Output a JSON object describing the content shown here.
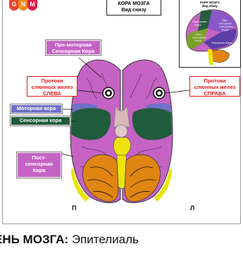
{
  "logo": [
    "G",
    "N",
    "M"
  ],
  "title": {
    "line1": "КОРА МОЗГА",
    "line2": "Вид снизу"
  },
  "inset": {
    "title_line1": "КОРА МОЗГА",
    "title_line2": "Вид сбоку",
    "labels": {
      "sensory": "Сенсорная кора",
      "premotor": "Пре-моторная Сенсорная Кора",
      "post": "Пост-сенсорная Кора",
      "sub": "Височная Кора"
    }
  },
  "labels": {
    "premotor": {
      "line1": "Пре-моторная",
      "line2": "Сенсорная Кора"
    },
    "left_ducts": {
      "line1": "Протоки",
      "line2": "слюнных желез",
      "line3": "СЛЕВА"
    },
    "right_ducts": {
      "line1": "Протоки",
      "line2": "слюнных желез",
      "line3": "СПРАВА"
    },
    "motor": "Моторная кора",
    "sensory": "Сенсорная кора",
    "post": {
      "line1": "Пост-",
      "line2": "сенсорная",
      "line3": "Кора"
    }
  },
  "sides": {
    "left": "П",
    "right": "Л"
  },
  "caption": {
    "bold": "ЕНЬ МОЗГА:",
    "rest": " Эпителиаль"
  },
  "colors": {
    "premotor": "#c563c4",
    "motor": "#7070c8",
    "sensory": "#1f5c3b",
    "post": "#c563c4",
    "stem": "#ece30f",
    "cerebellum": "#e08512",
    "red": "#e01919",
    "logo": [
      "#e8452c",
      "#f08a1c",
      "#e01c46"
    ]
  }
}
